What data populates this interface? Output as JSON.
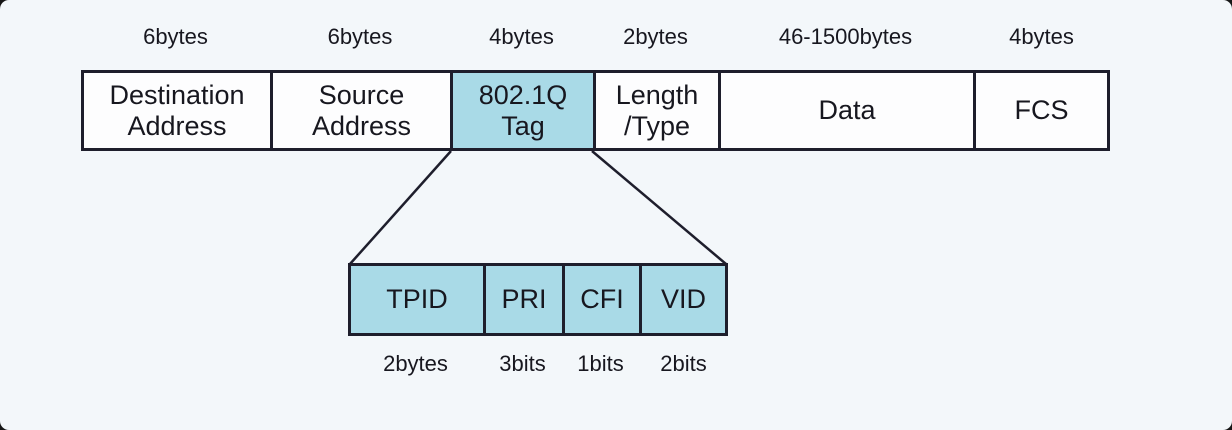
{
  "diagram": {
    "type": "ethernet-8021q-frame-format",
    "frame": {
      "fields": [
        {
          "label": "Destination\nAddress",
          "size": "6bytes",
          "highlighted": false
        },
        {
          "label": "Source\nAddress",
          "size": "6bytes",
          "highlighted": false
        },
        {
          "label": "802.1Q\nTag",
          "size": "4bytes",
          "highlighted": true
        },
        {
          "label": "Length\n/Type",
          "size": "2bytes",
          "highlighted": false
        },
        {
          "label": "Data",
          "size": "46-1500bytes",
          "highlighted": false
        },
        {
          "label": "FCS",
          "size": "4bytes",
          "highlighted": false
        }
      ]
    },
    "tag_detail": {
      "expanded_from": "802.1Q Tag",
      "fields": [
        {
          "label": "TPID",
          "size": "2bytes"
        },
        {
          "label": "PRI",
          "size": "3bits"
        },
        {
          "label": "CFI",
          "size": "1bits"
        },
        {
          "label": "VID",
          "size": "2bits"
        }
      ]
    }
  },
  "colors": {
    "canvas_background": "#f3f7fa",
    "cell_background": "#fdfdfe",
    "highlight_fill": "#a9dae7",
    "border": "#1e1e2c",
    "text": "#17171f"
  }
}
